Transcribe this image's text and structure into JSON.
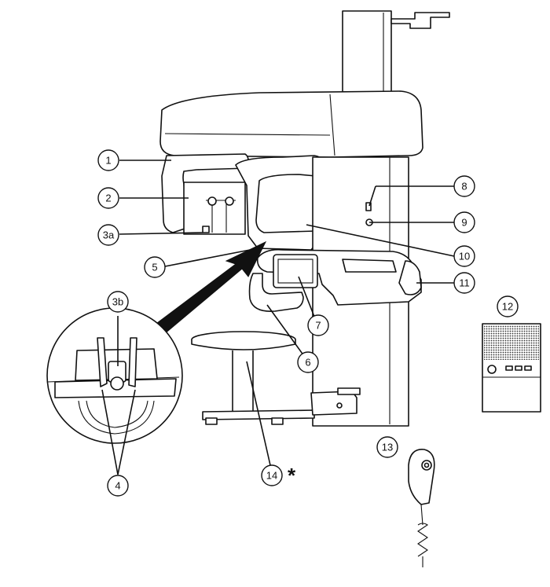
{
  "diagram": {
    "callouts": [
      {
        "id": "c1",
        "label": "1"
      },
      {
        "id": "c2",
        "label": "2"
      },
      {
        "id": "c3a",
        "label": "3a"
      },
      {
        "id": "c3b",
        "label": "3b"
      },
      {
        "id": "c4",
        "label": "4"
      },
      {
        "id": "c5",
        "label": "5"
      },
      {
        "id": "c6",
        "label": "6"
      },
      {
        "id": "c7",
        "label": "7"
      },
      {
        "id": "c8",
        "label": "8"
      },
      {
        "id": "c9",
        "label": "9"
      },
      {
        "id": "c10",
        "label": "10"
      },
      {
        "id": "c11",
        "label": "11"
      },
      {
        "id": "c12",
        "label": "12"
      },
      {
        "id": "c13",
        "label": "13"
      },
      {
        "id": "c14",
        "label": "14"
      }
    ],
    "footnote_marker": "*"
  }
}
